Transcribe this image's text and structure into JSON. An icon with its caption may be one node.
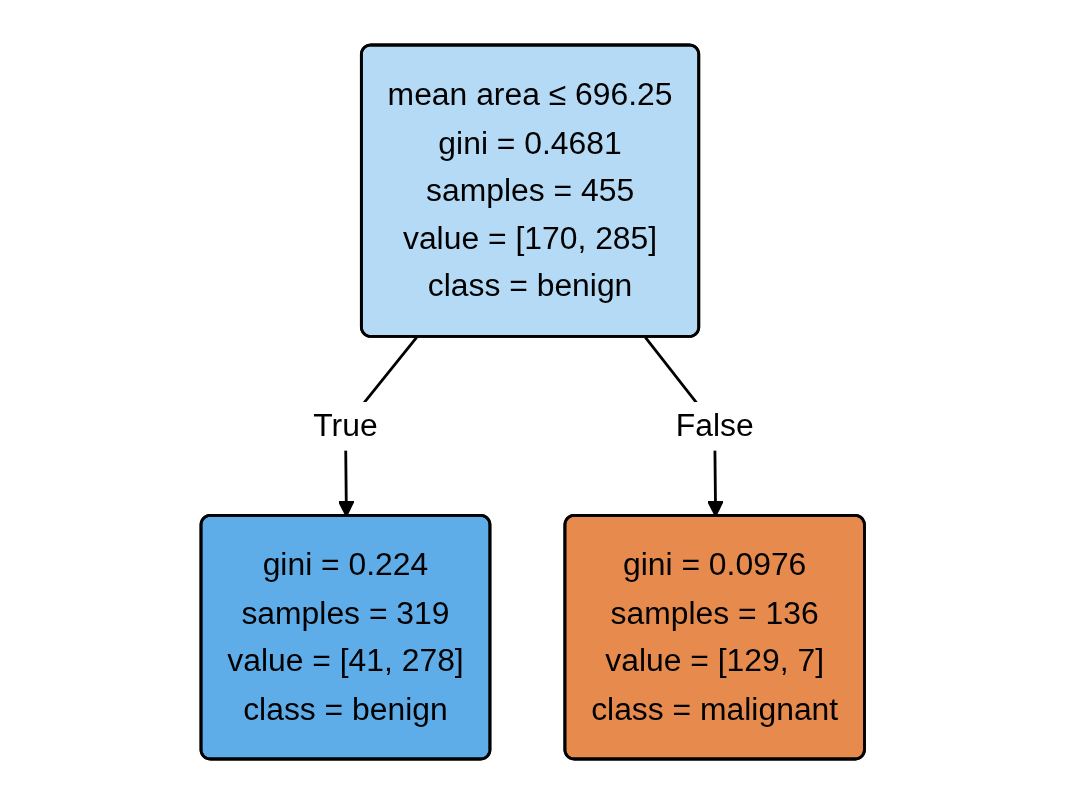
{
  "diagram": {
    "nodes": [
      {
        "text": [
          "mean area ≤ 696.25",
          "gini = 0.4681",
          "samples = 455",
          "value = [170, 285]",
          "class = benign"
        ]
      },
      {
        "text": [
          "gini = 0.224",
          "samples = 319",
          "value = [41, 278]",
          "class = benign"
        ]
      },
      {
        "text": [
          "gini = 0.0976",
          "samples = 136",
          "value = [129, 7]",
          "class = malignant"
        ]
      }
    ],
    "edges": [
      {
        "from": 0,
        "to": 1,
        "arrow": "to",
        "label": "True"
      },
      {
        "from": 0,
        "to": 2,
        "arrow": "to",
        "label": "False"
      }
    ]
  }
}
